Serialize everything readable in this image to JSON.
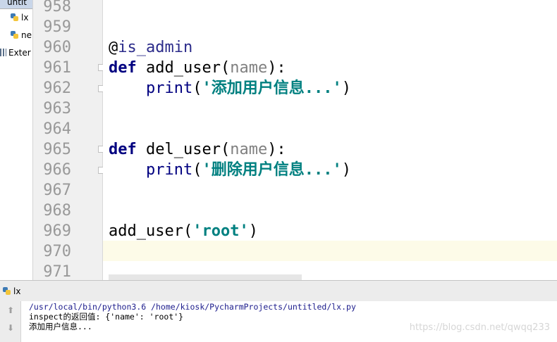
{
  "project_tree": {
    "header_label": "untit",
    "items": [
      {
        "label": "lx",
        "icon": "python-file-icon"
      },
      {
        "label": "ne",
        "icon": "python-file-icon"
      },
      {
        "label": "Exter",
        "icon": "library-icon"
      }
    ]
  },
  "editor": {
    "line_numbers": [
      "958",
      "959",
      "960",
      "961",
      "962",
      "963",
      "964",
      "965",
      "966",
      "967",
      "968",
      "969",
      "970",
      "971"
    ],
    "current_line": "970",
    "code": {
      "l960_at": "@",
      "l960_name": "is_admin",
      "l961_kw": "def",
      "l961_fn": " add_user(",
      "l961_param": "name",
      "l961_end": "):",
      "l962_indent": "    ",
      "l962_fn": "print",
      "l962_open": "(",
      "l962_str": "'添加用户信息...'",
      "l962_close": ")",
      "l965_kw": "def",
      "l965_fn": " del_user(",
      "l965_param": "name",
      "l965_end": "):",
      "l966_indent": "    ",
      "l966_fn": "print",
      "l966_open": "(",
      "l966_str": "'删除用户信息...'",
      "l966_close": ")",
      "l969_call": "add_user(",
      "l969_str": "'root'",
      "l969_close": ")"
    }
  },
  "run_panel": {
    "title": "lx",
    "output": [
      "/usr/local/bin/python3.6 /home/kiosk/PycharmProjects/untitled/lx.py",
      "inspect的返回值: {'name': 'root'}",
      "添加用户信息..."
    ]
  },
  "watermark": "https://blog.csdn.net/qwqq233",
  "colors": {
    "keyword": "#000080",
    "string": "#008080",
    "param": "#808080",
    "line_number": "#999999",
    "current_line_bg": "#fdfbe8"
  }
}
